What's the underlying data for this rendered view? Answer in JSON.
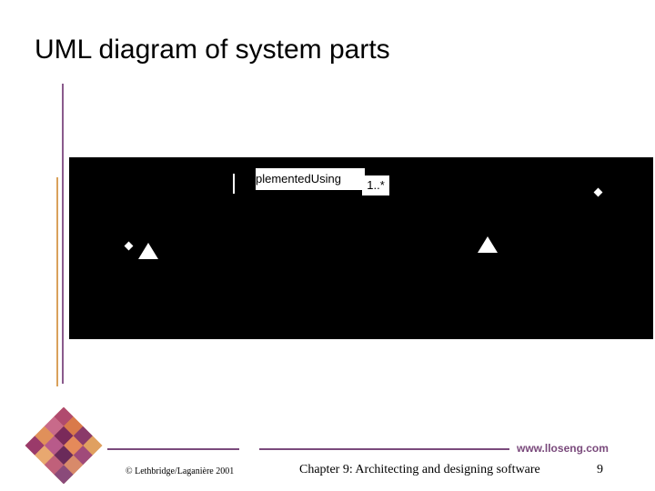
{
  "slide": {
    "title": "UML diagram of system parts"
  },
  "diagram": {
    "role_label": "plementedUsing",
    "multiplicity": "1..*"
  },
  "footer": {
    "copyright": "© Lethbridge/Laganière 2001",
    "chapter": "Chapter 9: Architecting and designing software",
    "page_number": "9",
    "website": "www.lloseng.com"
  },
  "colors": {
    "accent_purple": "#7a4a7c",
    "accent_orange": "#d9a15b",
    "diagram_background": "#000000"
  }
}
